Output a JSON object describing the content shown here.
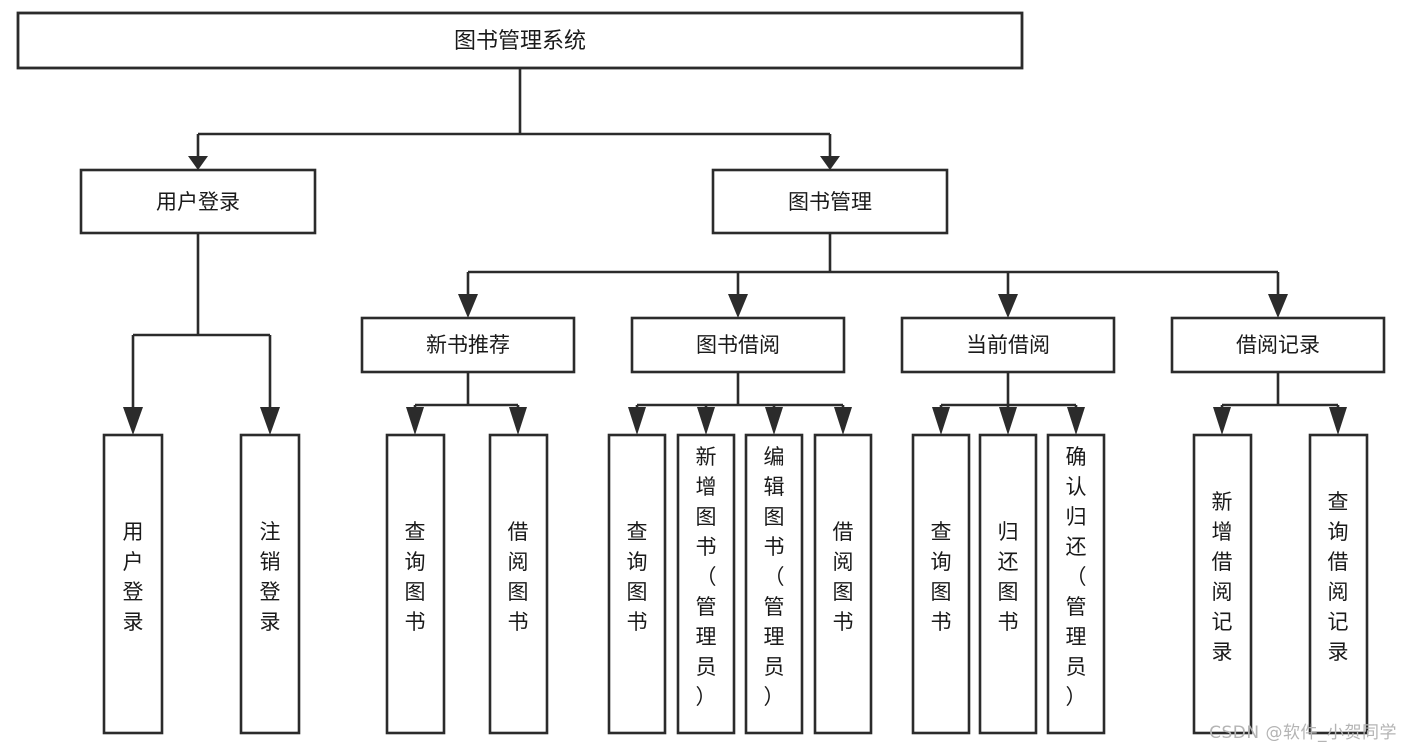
{
  "diagram": {
    "type": "tree-hierarchy-chart",
    "title": "图书管理系统",
    "orientation": "top-down",
    "colors": {
      "box_stroke": "#2b2b2b",
      "box_fill": "#ffffff",
      "connector": "#2b2b2b",
      "text": "#1a1a1a",
      "background": "#ffffff",
      "watermark": "#b4b4b4"
    },
    "root": {
      "label": "图书管理系统"
    },
    "level2": [
      {
        "label": "用户登录"
      },
      {
        "label": "图书管理"
      }
    ],
    "level3": [
      {
        "label": "新书推荐"
      },
      {
        "label": "图书借阅"
      },
      {
        "label": "当前借阅"
      },
      {
        "label": "借阅记录"
      }
    ],
    "leaves": {
      "user_login": [
        {
          "label": "用户登录"
        },
        {
          "label": "注销登录"
        }
      ],
      "new_book_recommend": [
        {
          "label": "查询图书"
        },
        {
          "label": "借阅图书"
        }
      ],
      "book_borrow": [
        {
          "label": "查询图书"
        },
        {
          "label": "新增图书（管理员）"
        },
        {
          "label": "编辑图书（管理员）"
        },
        {
          "label": "借阅图书"
        }
      ],
      "current_borrow": [
        {
          "label": "查询图书"
        },
        {
          "label": "归还图书"
        },
        {
          "label": "确认归还（管理员）"
        }
      ],
      "borrow_record": [
        {
          "label": "新增借阅记录"
        },
        {
          "label": "查询借阅记录"
        }
      ]
    }
  },
  "watermark": {
    "text": "CSDN @软件_小贺同学"
  }
}
